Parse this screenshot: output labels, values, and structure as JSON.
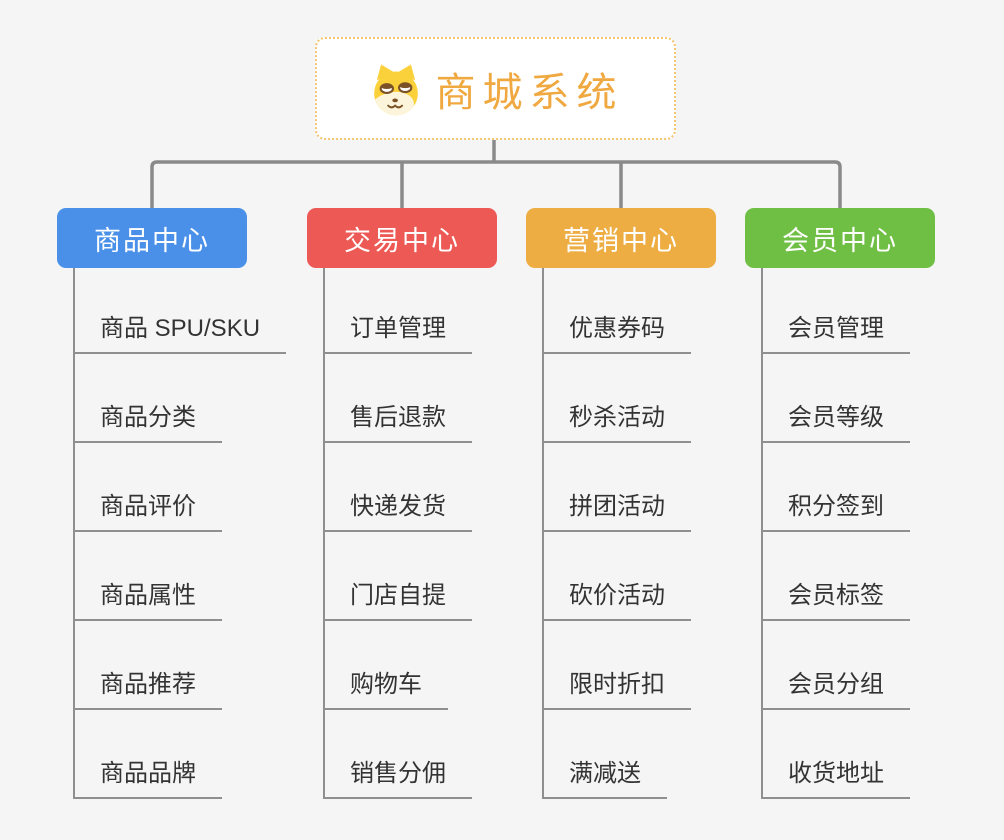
{
  "root": {
    "title": "商城系统",
    "title_color": "#F0A840",
    "border_color": "#F3C56F",
    "icon": "doge-icon"
  },
  "colors": {
    "background": "#F5F5F5",
    "connector": "#8A8A8A",
    "leaf_line": "#8F8F8F",
    "leaf_text": "#333333"
  },
  "branches": [
    {
      "label": "商品中心",
      "color": "#4A90E8",
      "items": [
        "商品 SPU/SKU",
        "商品分类",
        "商品评价",
        "商品属性",
        "商品推荐",
        "商品品牌"
      ]
    },
    {
      "label": "交易中心",
      "color": "#ED5A55",
      "items": [
        "订单管理",
        "售后退款",
        "快递发货",
        "门店自提",
        "购物车",
        "销售分佣"
      ]
    },
    {
      "label": "营销中心",
      "color": "#EDAD43",
      "items": [
        "优惠券码",
        "秒杀活动",
        "拼团活动",
        "砍价活动",
        "限时折扣",
        "满减送"
      ]
    },
    {
      "label": "会员中心",
      "color": "#70BF45",
      "items": [
        "会员管理",
        "会员等级",
        "积分签到",
        "会员标签",
        "会员分组",
        "收货地址"
      ]
    }
  ]
}
